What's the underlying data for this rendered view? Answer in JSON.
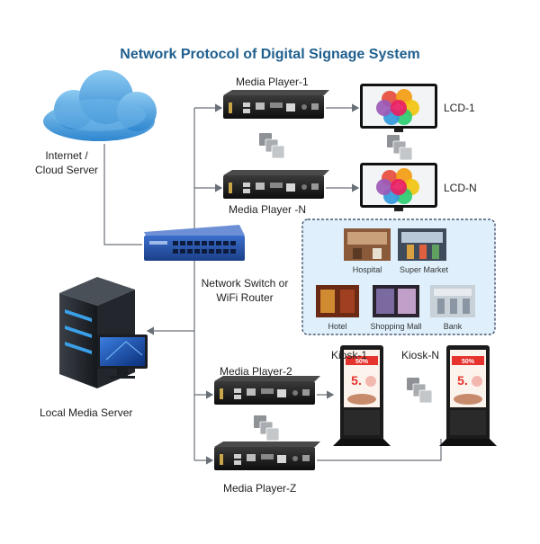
{
  "title": "Network Protocol of Digital Signage System",
  "labels": {
    "internet": "Internet /",
    "cloud_server": "Cloud Server",
    "media_player_1": "Media Player-1",
    "media_player_n": "Media Player -N",
    "lcd_1": "LCD-1",
    "lcd_n": "LCD-N",
    "switch_line1": "Network Switch or",
    "switch_line2": "WiFi Router",
    "local_media_server": "Local Media Server",
    "media_player_2": "Media Player-2",
    "media_player_z": "Media Player-Z",
    "kiosk_1": "Kiosk-1",
    "kiosk_n": "Kiosk-N"
  },
  "venues": [
    {
      "name": "Hospital"
    },
    {
      "name": "Super Market"
    },
    {
      "name": "Hotel"
    },
    {
      "name": "Shopping Mall"
    },
    {
      "name": "Bank"
    }
  ],
  "kiosk_screen": {
    "promo": "50%",
    "number": "5."
  },
  "colors": {
    "title": "#1f5f8e",
    "line": "#6a7077",
    "cloud": "#4aa0dc",
    "switch": "#2555a8",
    "player": "#1a1a1a",
    "server": "#1c1f24",
    "server_light": "#3aa0e8",
    "venue_box_border": "#2b3a55",
    "venue_box_fill": "#dff0fc",
    "kiosk_screen": "#e7332d"
  }
}
